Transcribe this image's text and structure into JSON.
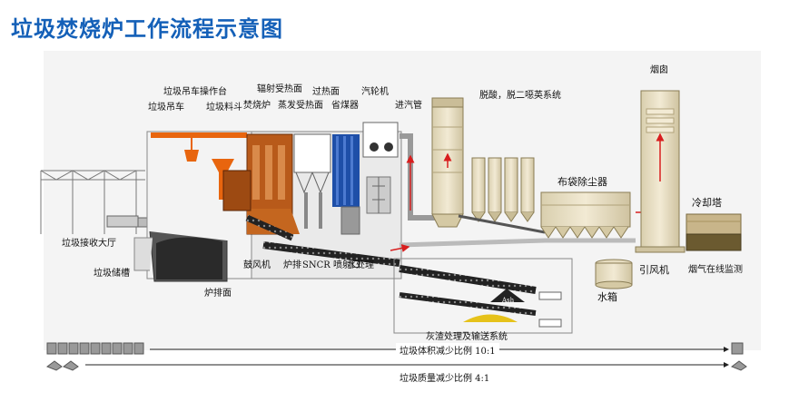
{
  "title": "垃圾焚烧炉工作流程示意图",
  "labels": {
    "crane_platform": "垃圾吊车操作台",
    "crane": "垃圾吊车",
    "hopper": "垃圾料斗",
    "radiant_heating": "辐射受热面",
    "incinerator": "焚烧炉",
    "evaporator": "蒸发受热面",
    "superheater": "过热面",
    "economizer": "省煤器",
    "turbine": "汽轮机",
    "steam_pipe": "进汽管",
    "desulfurization": "脱酸，脱二噁英系统",
    "chimney": "烟囱",
    "bag_filter": "布袋除尘器",
    "cooling_tower": "冷却塔",
    "reception_hall": "垃圾接收大厅",
    "storage_pit": "垃圾储槽",
    "grate": "炉排面",
    "blower": "鼓风机",
    "grate_scnr": "炉排",
    "sncr": "SNCR 喷射口",
    "water_treatment": "水处理",
    "fan": "引风机",
    "water_tank": "水箱",
    "monitoring": "烟气在线监测",
    "ash_system": "灰渣处理及输送系统",
    "ash": "Ash"
  },
  "ratios": {
    "volume": "垃圾体积减少比例 10:1",
    "mass": "垃圾质量减少比例 4:1"
  },
  "colors": {
    "title": "#1460b8",
    "orange": "#e8650e",
    "boiler": "#b85a1a",
    "blue": "#1e4fa8",
    "beige": "#e6dcc0",
    "tower": "#efe6cc",
    "flue": "#f4a3a3"
  }
}
